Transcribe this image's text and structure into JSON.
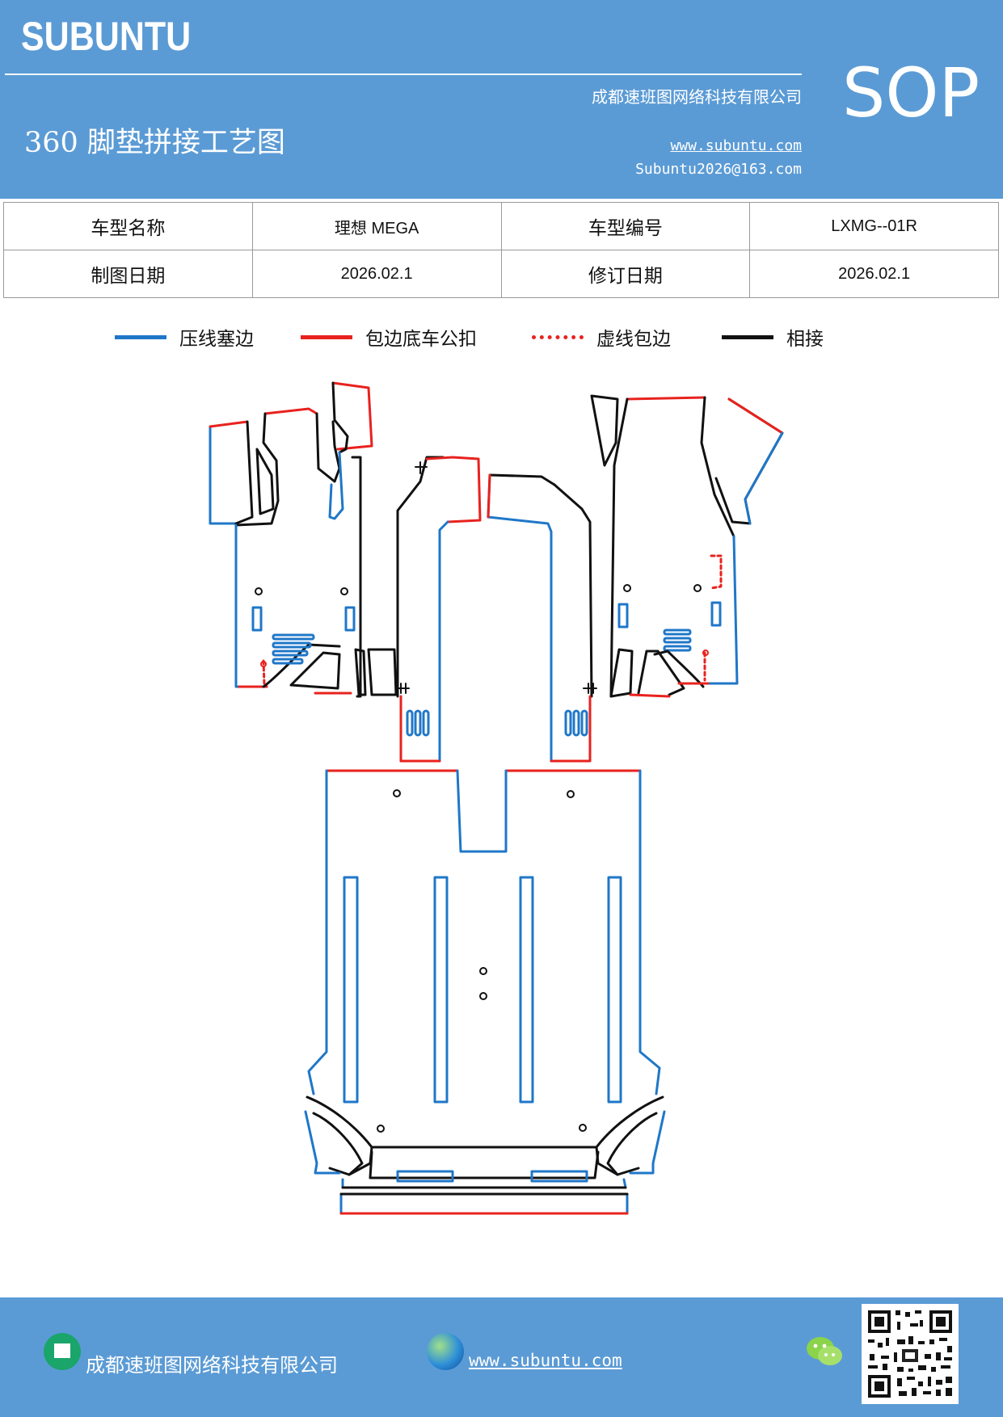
{
  "header": {
    "logo": "SUBUNTU",
    "badge": "SOP",
    "company": "成都速班图网络科技有限公司",
    "title": "360 脚垫拼接工艺图",
    "website": "www.subuntu.com",
    "email": "Subuntu2026@163.com"
  },
  "info_table": {
    "model_name_label": "车型名称",
    "model_name_value": "理想 MEGA",
    "model_code_label": "车型编号",
    "model_code_value": "LXMG--01R",
    "draw_date_label": "制图日期",
    "draw_date_value": "2026.02.1",
    "revise_date_label": "修订日期",
    "revise_date_value": "2026.02.1"
  },
  "legend": [
    {
      "label": "压线塞边",
      "color": "#1f77c8",
      "style": "solid"
    },
    {
      "label": "包边底车公扣",
      "color": "#e8221e",
      "style": "solid"
    },
    {
      "label": "虚线包边",
      "color": "#e8221e",
      "style": "dotted"
    },
    {
      "label": "相接",
      "color": "#111111",
      "style": "solid"
    }
  ],
  "colors": {
    "header_bg": "#5b9bd5",
    "blue_edge": "#1f77c8",
    "red_edge": "#e8221e",
    "black_edge": "#111111"
  },
  "footer": {
    "company": "成都速班图网络科技有限公司",
    "website": "www.subuntu.com",
    "icons": [
      "company-icon",
      "globe-icon",
      "wechat-icon",
      "qr-code"
    ]
  }
}
